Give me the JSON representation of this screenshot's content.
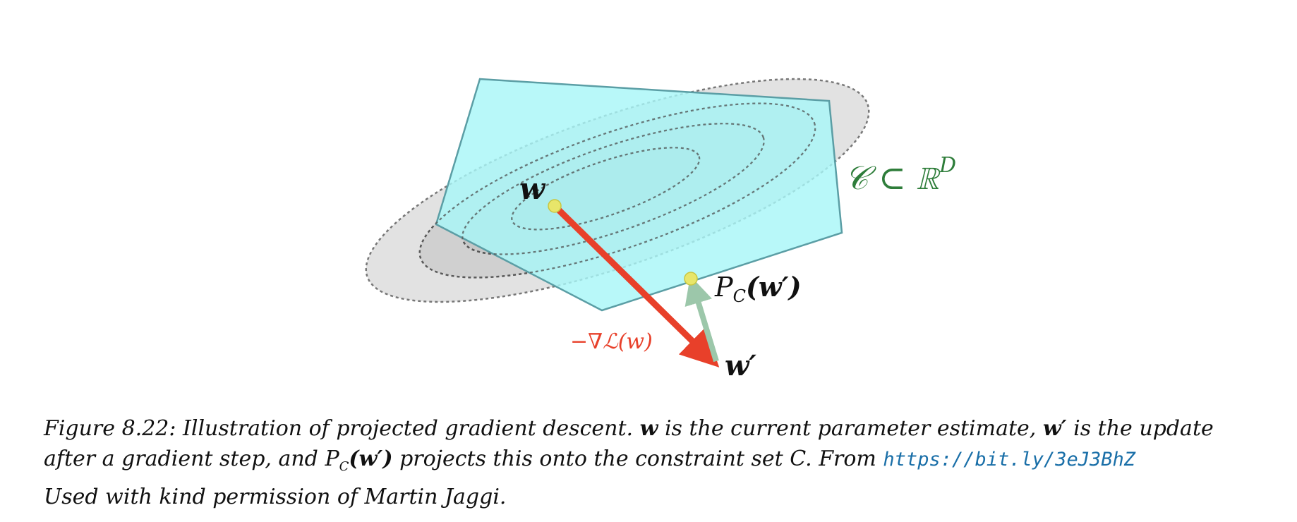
{
  "diagram": {
    "labels": {
      "w": "w",
      "w_prime": "w′",
      "projection": "P",
      "projection_sub": "C",
      "projection_arg": "(w′)",
      "gradient": "−∇ℒ(w)",
      "constraint_set": "𝒞 ⊂ ℝ",
      "constraint_sup": "D"
    },
    "colors": {
      "polygon_fill": "#a8f6f8",
      "polygon_stroke": "#5b9ea5",
      "ellipse_outer": "#e2e2e2",
      "ellipse_inner": "#c9c9c9",
      "gradient_arrow": "#e8402a",
      "projection_arrow": "#9cc7aa",
      "point": "#e8e66a",
      "constraint_label": "#2e7d3a"
    }
  },
  "caption": {
    "prefix": "Figure 8.22: Illustration of projected gradient descent. ",
    "w": "w",
    "part1": " is the current parameter estimate, ",
    "w_prime": "w′",
    "part2": " is the update",
    "part3": "after a gradient step, and ",
    "proj": "P",
    "proj_sub": "C",
    "proj_arg": "(w′)",
    "part4": " projects this onto the constraint set ",
    "set": "C",
    "part5": ". From ",
    "link": "https://bit.ly/3eJ3BhZ",
    "line3": "Used with kind permission of Martin Jaggi."
  }
}
